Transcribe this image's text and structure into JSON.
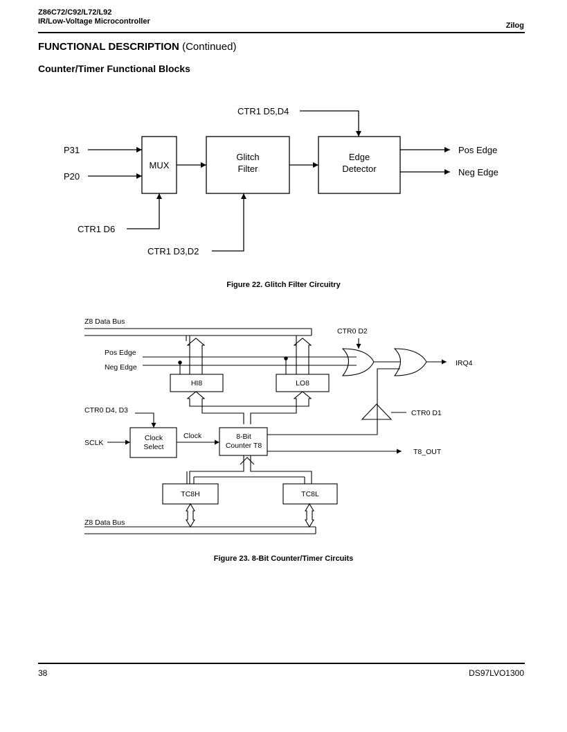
{
  "header": {
    "part_numbers": "Z86C72/C92/L72/L92",
    "subtitle": "IR/Low-Voltage Microcontroller",
    "company": "Zilog"
  },
  "section": {
    "title_bold": "FUNCTIONAL DESCRIPTION",
    "title_normal": "(Continued)",
    "subtitle": "Counter/Timer Functional Blocks"
  },
  "figure22": {
    "caption": "Figure 22.  Glitch Filter Circuitry",
    "labels": {
      "ctr1_d5d4": "CTR1 D5,D4",
      "p31": "P31",
      "p20": "P20",
      "mux": "MUX",
      "glitch": "Glitch",
      "filter": "Filter",
      "edge": "Edge",
      "detector": "Detector",
      "pos_edge": "Pos Edge",
      "neg_edge": "Neg Edge",
      "ctr1_d6": "CTR1 D6",
      "ctr1_d3d2": "CTR1 D3,D2"
    }
  },
  "figure23": {
    "caption": "Figure 23.  8-Bit Counter/Timer Circuits",
    "labels": {
      "z8_bus_top": "Z8 Data Bus",
      "ctr0_d2": "CTR0 D2",
      "pos_edge": "Pos Edge",
      "neg_edge": "Neg Edge",
      "irq4": "IRQ4",
      "hi8": "HI8",
      "lo8": "LO8",
      "ctr0_d4d3": "CTR0 D4, D3",
      "ctr0_d1": "CTR0 D1",
      "sclk": "SCLK",
      "clock_select_1": "Clock",
      "clock_select_2": "Select",
      "clock": "Clock",
      "counter_1": "8-Bit",
      "counter_2": "Counter T8",
      "t8_out": "T8_OUT",
      "tc8h": "TC8H",
      "tc8l": "TC8L",
      "z8_bus_bottom": "Z8 Data Bus"
    }
  },
  "footer": {
    "page": "38",
    "doc_id": "DS97LVO1300"
  }
}
